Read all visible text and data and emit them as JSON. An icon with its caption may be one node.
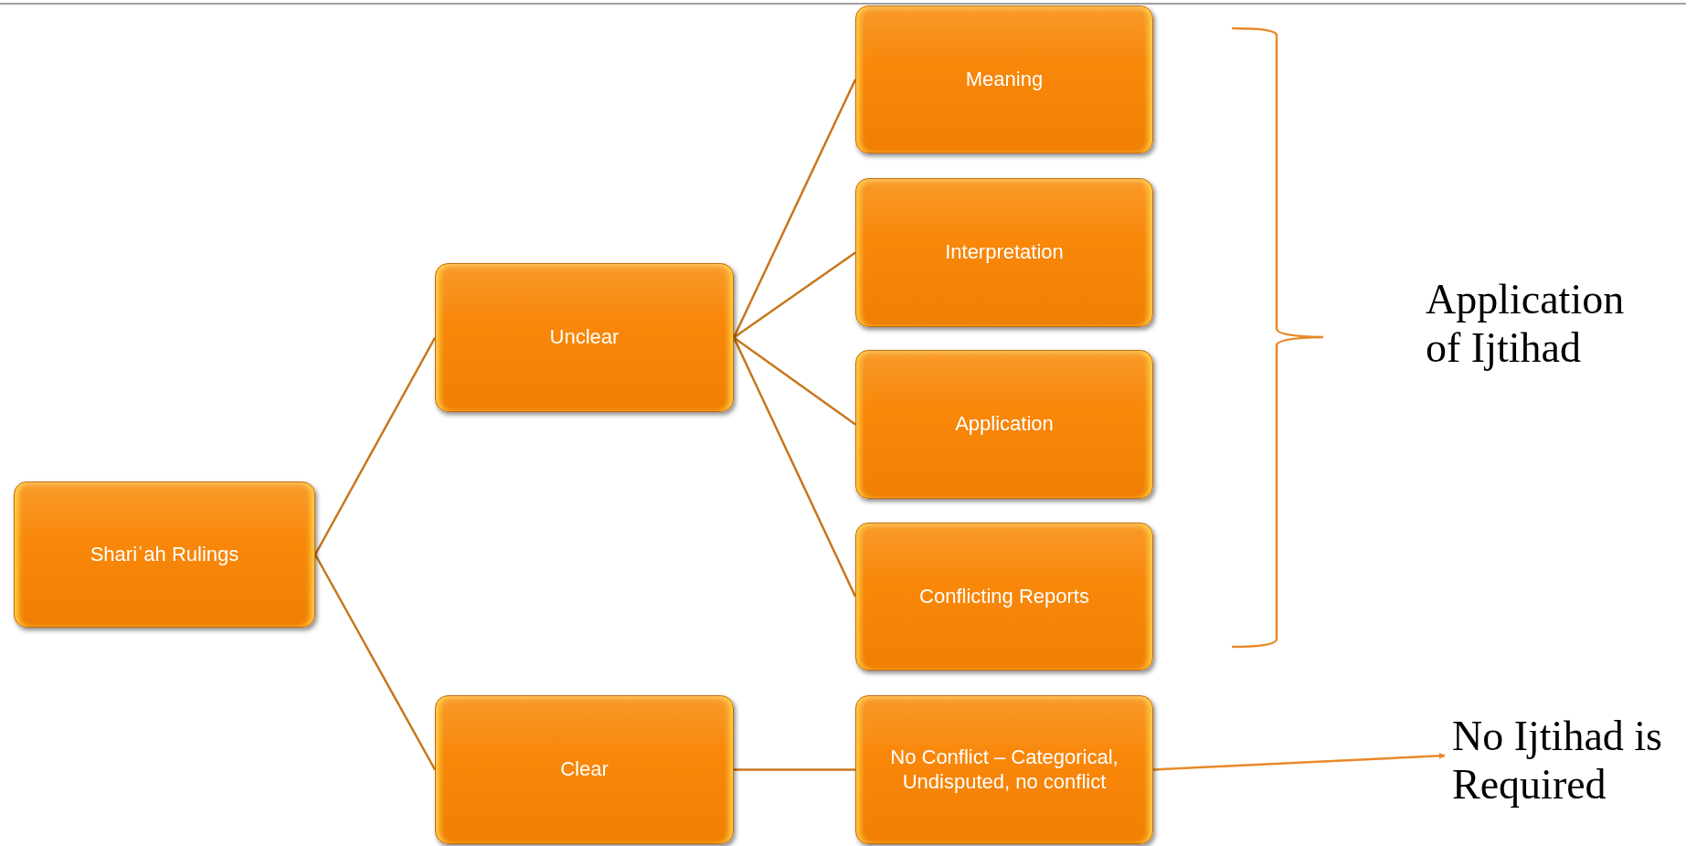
{
  "diagram": {
    "nodes": [
      {
        "text": [
          "Shariʿah Rulings"
        ]
      },
      {
        "text": [
          "Unclear"
        ]
      },
      {
        "text": [
          "Clear"
        ]
      },
      {
        "text": [
          "Meaning"
        ]
      },
      {
        "text": [
          "Interpretation"
        ]
      },
      {
        "text": [
          "Application"
        ]
      },
      {
        "text": [
          "Conflicting Reports"
        ]
      },
      {
        "text": [
          "No Conflict – Categorical, Undisputed, no conflict"
        ]
      },
      {
        "text": [
          "No Ijtihad is Required"
        ]
      }
    ],
    "edges": [
      {
        "from": 0,
        "to": 1,
        "arrow": "none"
      },
      {
        "from": 0,
        "to": 2,
        "arrow": "none"
      },
      {
        "from": 1,
        "to": 3,
        "arrow": "none"
      },
      {
        "from": 1,
        "to": 4,
        "arrow": "none"
      },
      {
        "from": 1,
        "to": 5,
        "arrow": "none"
      },
      {
        "from": 1,
        "to": 6,
        "arrow": "none"
      },
      {
        "from": 2,
        "to": 7,
        "arrow": "none"
      },
      {
        "from": 7,
        "to": 8,
        "arrow": "to",
        "color": "#e8892a"
      }
    ],
    "labels": [
      "Application of Ijtihad"
    ]
  }
}
